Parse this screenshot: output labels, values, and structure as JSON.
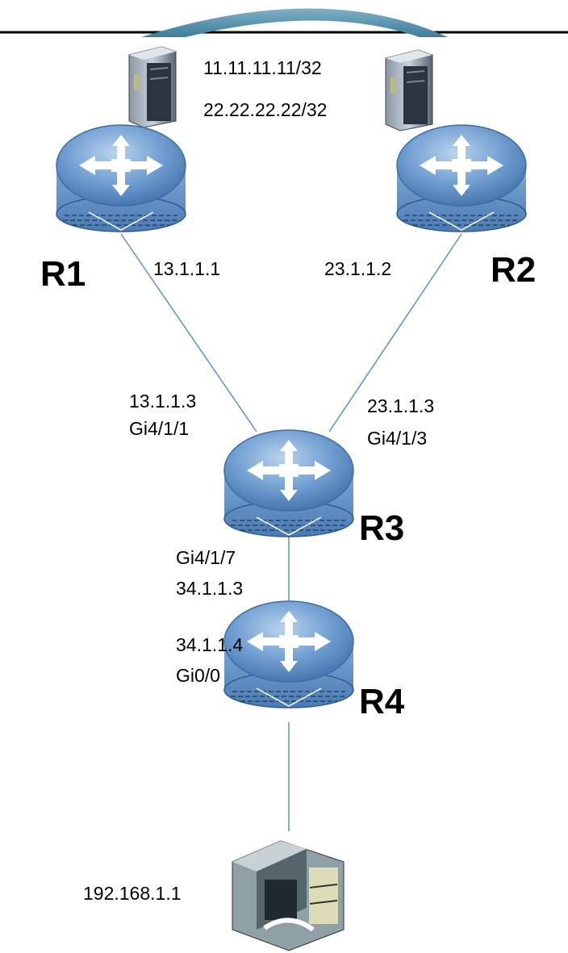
{
  "nodes": {
    "r1": {
      "label": "R1",
      "icon": "router-icon"
    },
    "r2": {
      "label": "R2",
      "icon": "router-icon"
    },
    "r3": {
      "label": "R3",
      "icon": "router-icon"
    },
    "r4": {
      "label": "R4",
      "icon": "router-icon"
    },
    "server_left": {
      "icon": "server-icon"
    },
    "server_right": {
      "icon": "server-icon"
    },
    "pc": {
      "icon": "pc-icon",
      "label": "192.168.1.1"
    }
  },
  "loopbacks": {
    "r1": "11.11.11.11/32",
    "r2": "22.22.22.22/32"
  },
  "links": {
    "r1_r3": {
      "r1_ip": "13.1.1.1",
      "r3_ip": "13.1.1.3",
      "r3_if": "Gi4/1/1"
    },
    "r2_r3": {
      "r2_ip": "23.1.1.2",
      "r3_ip": "23.1.1.3",
      "r3_if": "Gi4/1/3"
    },
    "r3_r4": {
      "r3_if": "Gi4/1/7",
      "r3_ip": "34.1.1.3",
      "r4_ip": "34.1.1.4",
      "r4_if": "Gi0/0"
    }
  },
  "colors": {
    "link": "#5b8fc9",
    "router_top": "#5e8fc4",
    "router_body": "#7fa7d4",
    "router_edge": "#3d6da6"
  }
}
